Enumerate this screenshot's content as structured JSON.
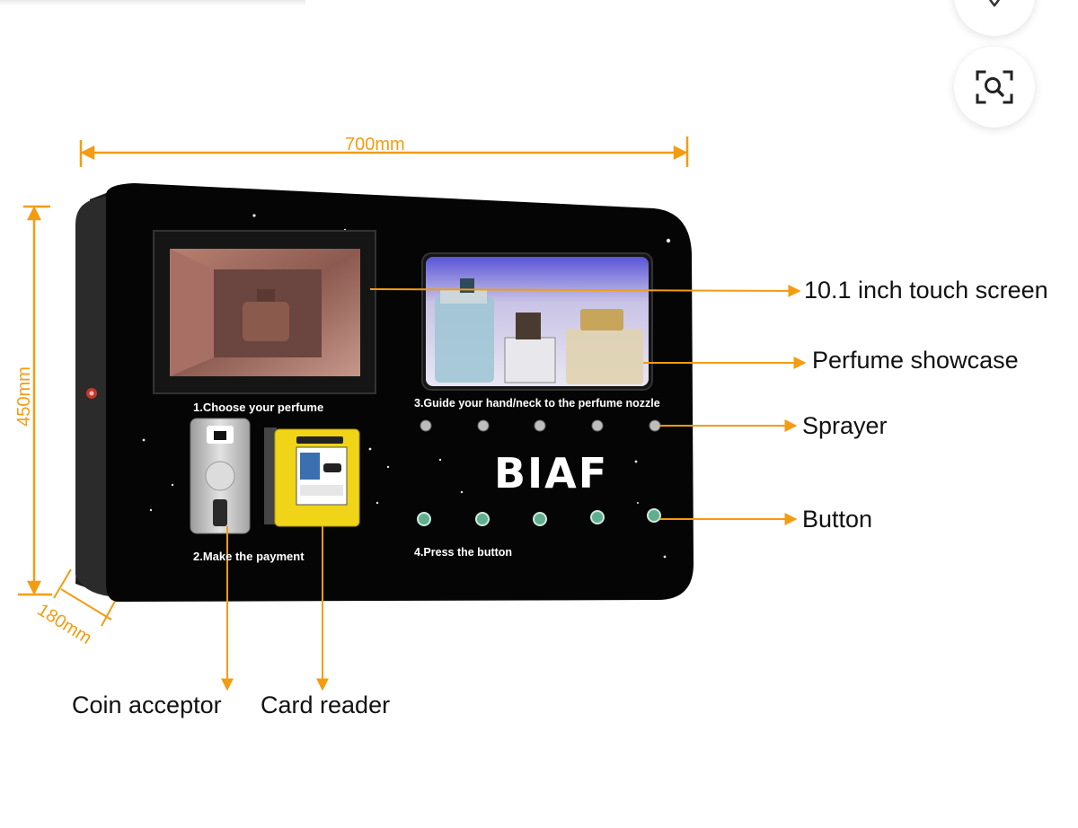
{
  "dimensions": {
    "width": "700mm",
    "height": "450mm",
    "depth": "180mm"
  },
  "callouts": {
    "touch_screen": "10.1 inch touch screen",
    "showcase": "Perfume showcase",
    "sprayer": "Sprayer",
    "button": "Button",
    "coin_acceptor": "Coin acceptor",
    "card_reader": "Card reader"
  },
  "panel": {
    "step1": "1.Choose your perfume",
    "step2": "2.Make the payment",
    "step3": "3.Guide your hand/neck to the perfume nozzle",
    "step4": "4.Press the button",
    "brand": "BIAF"
  },
  "icons": {
    "top_button": "pin-icon",
    "lens_button": "visual-search-icon"
  },
  "colors": {
    "accent": "#f39c12",
    "machine_body": "#050505",
    "callout_text": "#111111"
  }
}
